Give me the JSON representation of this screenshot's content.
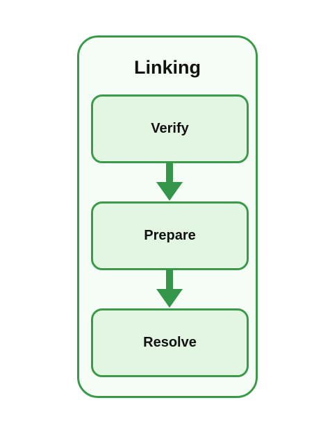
{
  "diagram": {
    "title": "Linking",
    "steps": [
      {
        "label": "Verify"
      },
      {
        "label": "Prepare"
      },
      {
        "label": "Resolve"
      }
    ],
    "colors": {
      "border": "#3a9a4a",
      "container_fill": "#f6fdf6",
      "step_fill": "#e2f6e2",
      "arrow": "#34964a"
    }
  }
}
